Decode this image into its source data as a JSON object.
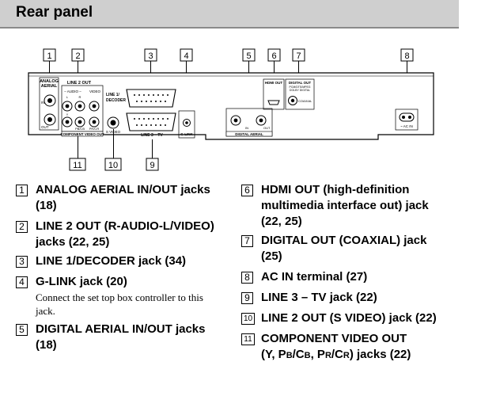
{
  "header": {
    "title": "Rear panel"
  },
  "diagram": {
    "callouts_top": [
      "1",
      "2",
      "3",
      "4",
      "5",
      "6",
      "7",
      "8"
    ],
    "callouts_bottom": [
      "11",
      "10",
      "9"
    ],
    "panel_labels": {
      "analog_aerial": [
        "ANALOG",
        "AERIAL"
      ],
      "in": "IN",
      "out": "OUT",
      "line2_out": "LINE 2 OUT",
      "audio": "– AUDIO –",
      "video": "VIDEO",
      "l": "L",
      "r": "R",
      "y": "Y",
      "pb": "PB/CB",
      "pr": "PR/CR",
      "component": "COMPONENT VIDEO OUT",
      "svideo": "S VIDEO",
      "line1": [
        "LINE 1/",
        "DECODER"
      ],
      "line3": "LINE 3 – TV",
      "glink": "G-LINK",
      "digital_aerial": "DIGITAL AERIAL",
      "hdmi_out": "HDMI OUT",
      "digital_out": "DIGITAL OUT",
      "pcm": [
        "PCM/DTS/MPEG",
        "DOLBY DIGITAL"
      ],
      "coaxial": "COAXIAL",
      "ac_in": "~ AC IN"
    }
  },
  "items": [
    {
      "num": "1",
      "lines": [
        "ANALOG AERIAL IN/OUT jacks",
        "(18)"
      ]
    },
    {
      "num": "2",
      "lines": [
        "LINE 2 OUT (R-AUDIO-L/VIDEO)",
        "jacks (22, 25)"
      ]
    },
    {
      "num": "3",
      "lines": [
        "LINE 1/DECODER jack (34)"
      ]
    },
    {
      "num": "4",
      "lines": [
        "G-LINK jack (20)"
      ],
      "desc": [
        "Connect the set top box controller to this",
        "jack."
      ]
    },
    {
      "num": "5",
      "lines": [
        "DIGITAL AERIAL IN/OUT jacks",
        "(18)"
      ]
    },
    {
      "num": "6",
      "lines": [
        "HDMI OUT (high-definition",
        "multimedia interface out) jack",
        "(22, 25)"
      ]
    },
    {
      "num": "7",
      "lines": [
        "DIGITAL OUT (COAXIAL) jack",
        "(25)"
      ]
    },
    {
      "num": "8",
      "lines": [
        "AC IN terminal (27)"
      ]
    },
    {
      "num": "9",
      "lines": [
        "LINE 3 – TV jack (22)"
      ]
    },
    {
      "num": "10",
      "lines": [
        "LINE 2 OUT (S VIDEO) jack (22)"
      ]
    },
    {
      "num": "11",
      "lines": [
        "COMPONENT VIDEO OUT"
      ],
      "line2_parts": [
        "(Y, P",
        "B",
        "/C",
        "B",
        ", P",
        "R",
        "/C",
        "R",
        ") jacks (22)"
      ]
    }
  ]
}
